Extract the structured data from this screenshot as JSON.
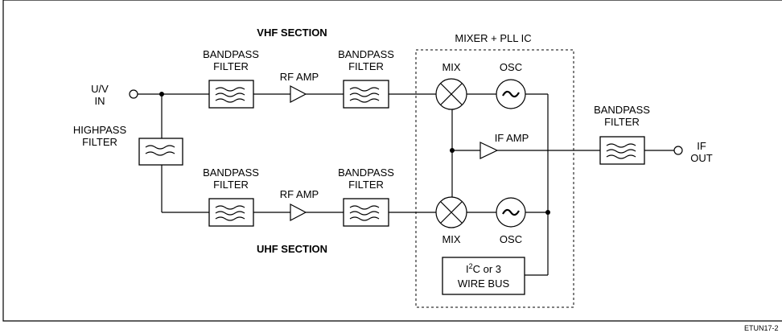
{
  "sections": {
    "vhf_title": "VHF SECTION",
    "uhf_title": "UHF SECTION",
    "mixer_pll_title": "MIXER + PLL IC"
  },
  "labels": {
    "input_line1": "U/V",
    "input_line2": "IN",
    "highpass_line1": "HIGHPASS",
    "highpass_line2": "FILTER",
    "bandpass_line1": "BANDPASS",
    "bandpass_line2": "FILTER",
    "rf_amp": "RF AMP",
    "mix": "MIX",
    "osc": "OSC",
    "if_amp": "IF AMP",
    "output_line1": "IF",
    "output_line2": "OUT",
    "bus_line1_pre": "I",
    "bus_line1_sup": "2",
    "bus_line1_post": "C or 3",
    "bus_line2": "WIRE BUS"
  },
  "figure_id": "ETUN17-2",
  "icons": {
    "filter": "bandpass-filter-symbol",
    "amplifier": "triangle-amplifier-symbol",
    "mixer": "circle-x-mixer-symbol",
    "oscillator": "circle-sine-oscillator-symbol",
    "terminal": "open-circle-terminal"
  }
}
